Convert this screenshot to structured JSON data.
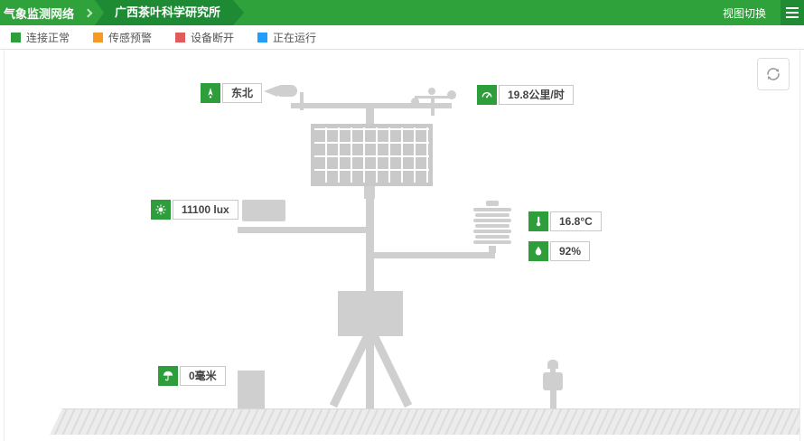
{
  "header": {
    "title": "气象监测网络",
    "breadcrumb": "广西茶叶科学研究所",
    "view_switch_label": "视图切换"
  },
  "legend": {
    "items": [
      {
        "label": "连接正常",
        "color": "#2e9e3c"
      },
      {
        "label": "传感预警",
        "color": "#f59a23"
      },
      {
        "label": "设备断开",
        "color": "#e05b5b"
      },
      {
        "label": "正在运行",
        "color": "#1e9fff"
      }
    ]
  },
  "sensors": {
    "wind_direction": {
      "value": "东北",
      "icon": "wind-direction-icon"
    },
    "wind_speed": {
      "value": "19.8公里/时",
      "icon": "wind-speed-icon"
    },
    "light": {
      "value": "11100 lux",
      "icon": "sun-icon"
    },
    "temperature": {
      "value": "16.8°C",
      "icon": "thermometer-icon"
    },
    "humidity": {
      "value": "92%",
      "icon": "droplet-icon"
    },
    "rainfall": {
      "value": "0毫米",
      "icon": "rain-icon"
    }
  },
  "colors": {
    "header_green": "#2fa23b",
    "breadcrumb_green": "#1e8a34",
    "station_gray": "#cfcfcf"
  }
}
